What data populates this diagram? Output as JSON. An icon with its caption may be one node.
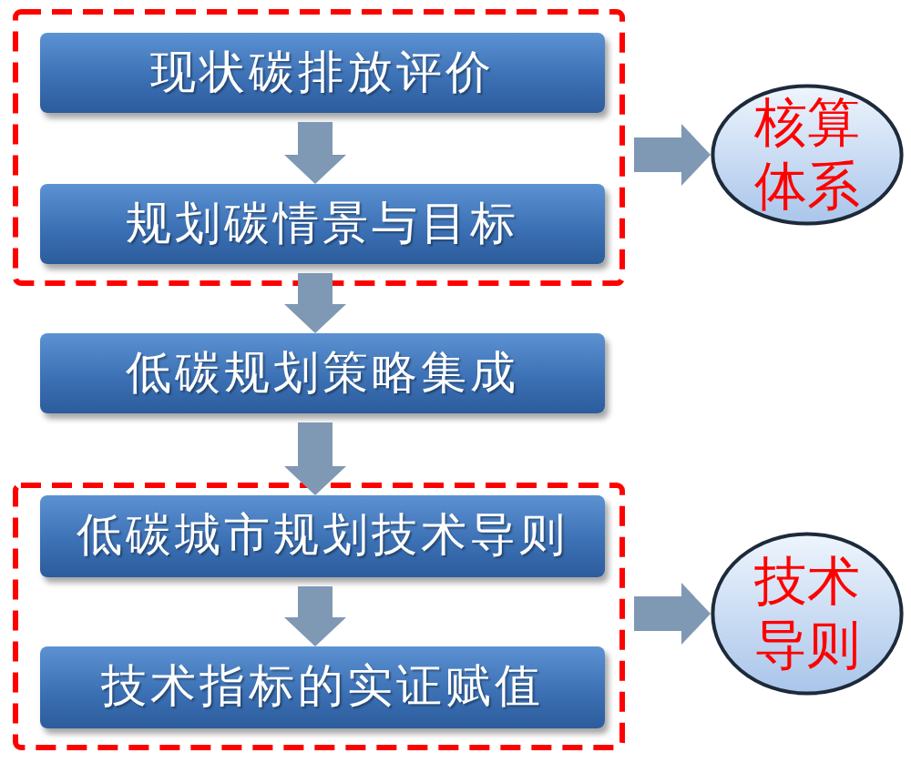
{
  "diagram": {
    "nodes": [
      {
        "text": [],
        "shape": "box"
      },
      {
        "text": [
          "现状碳排放评价"
        ],
        "in": 0
      },
      {
        "text": [
          "规划碳情景与目标"
        ],
        "in": 0
      },
      {
        "text": [
          "核算体系"
        ]
      },
      {
        "text": [
          "低碳规划策略集成"
        ]
      },
      {
        "text": [],
        "shape": "box"
      },
      {
        "text": [
          "低碳城市规划技术导则"
        ],
        "in": 5
      },
      {
        "text": [
          "技术指标的实证赋值"
        ],
        "in": 5
      },
      {
        "text": [
          "技术导则"
        ]
      }
    ],
    "edges": [
      {
        "from": 1,
        "to": 2,
        "arrow": "to"
      },
      {
        "from": 0,
        "to": 3,
        "arrow": "to"
      },
      {
        "from": 2,
        "to": 4,
        "arrow": "to"
      },
      {
        "from": 4,
        "to": 6,
        "arrow": "to"
      },
      {
        "from": 6,
        "to": 7,
        "arrow": "to"
      },
      {
        "from": 5,
        "to": 8,
        "arrow": "to"
      }
    ]
  }
}
